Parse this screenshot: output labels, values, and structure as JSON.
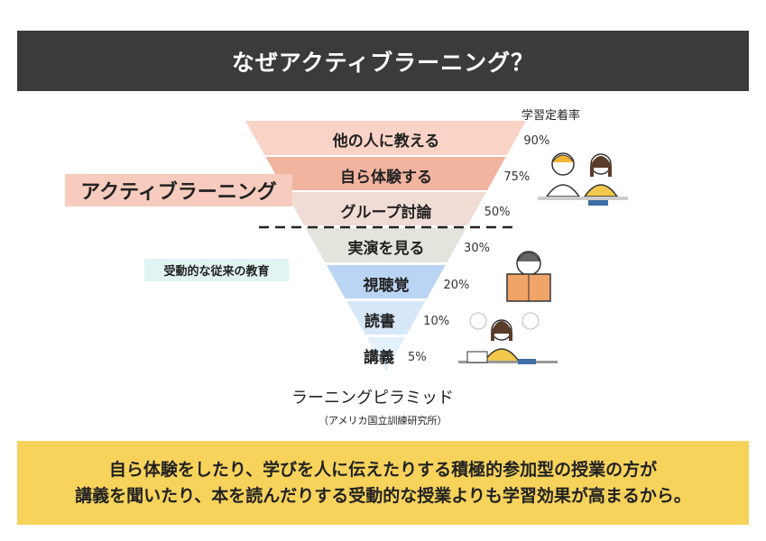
{
  "header": {
    "title": "なぜアクティブラーニング？"
  },
  "pyramid": {
    "rate_title": "学習定着率",
    "active_label": "アクティブラーニング",
    "passive_label": "受動的な従来の教育",
    "name": "ラーニングピラミッド",
    "source": "（アメリカ国立訓練研究所）",
    "levels": [
      {
        "label": "他の人に教える",
        "rate": "90%",
        "color": "#f9d3c6"
      },
      {
        "label": "自ら体験する",
        "rate": "75%",
        "color": "#f1b49f"
      },
      {
        "label": "グループ討論",
        "rate": "50%",
        "color": "#f0dcd5"
      },
      {
        "label": "実演を見る",
        "rate": "30%",
        "color": "#e3e4dc"
      },
      {
        "label": "視聴覚",
        "rate": "20%",
        "color": "#b9d5f3"
      },
      {
        "label": "読書",
        "rate": "10%",
        "color": "#d6e7f8"
      },
      {
        "label": "講義",
        "rate": "5%",
        "color": "#e4f0fb"
      }
    ]
  },
  "footer": {
    "line1": "自ら体験をしたり、学びを人に伝えたりする積極的参加型の授業の方が",
    "line2": "講義を聞いたり、本を読んだりする受動的な授業よりも学習効果が高まるから。"
  }
}
